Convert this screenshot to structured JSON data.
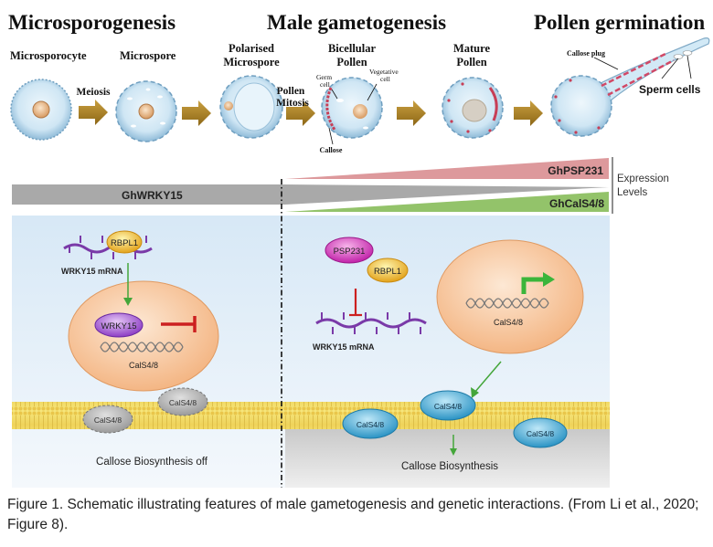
{
  "headers": {
    "microsporogenesis": "Microsporogenesis",
    "male_gametogenesis": "Male gametogenesis",
    "pollen_germination": "Pollen germination"
  },
  "stages": {
    "microsporocyte": "Microsporocyte",
    "microspore": "Microspore",
    "polarised_1": "Polarised",
    "polarised_2": "Microspore",
    "bicellular_1": "Bicellular",
    "bicellular_2": "Pollen",
    "mature_1": "Mature",
    "mature_2": "Pollen"
  },
  "arrows": {
    "meiosis": "Meiosis",
    "pollen_mitosis_1": "Pollen",
    "pollen_mitosis_2": "Mitosis"
  },
  "cell_labels": {
    "germ_1": "Germ",
    "germ_2": "cell",
    "vegetative_1": "Vegetative",
    "vegetative_2": "cell",
    "callose": "Callose",
    "callose_plug": "Callose plug",
    "sperm_cells": "Sperm cells"
  },
  "expression": {
    "ghpsp231": "GhPSP231",
    "ghwrky15": "GhWRKY15",
    "ghcals48": "GhCalS4/8",
    "levels_1": "Expression",
    "levels_2": "Levels"
  },
  "left_panel": {
    "rbpl1": "RBPL1",
    "wrky15_mrna": "WRKY15 mRNA",
    "wrky15": "WRKY15",
    "cals48_gene": "CalS4/8",
    "cals_a": "CalS4/8",
    "cals_b": "CalS4/8",
    "status": "Callose Biosynthesis off"
  },
  "right_panel": {
    "psp231": "PSP231",
    "rbpl1": "RBPL1",
    "wrky15_mrna": "WRKY15 mRNA",
    "cals48_gene": "CalS4/8",
    "cals_a": "CalS4/8",
    "cals_b": "CalS4/8",
    "cals_c": "CalS4/8",
    "status": "Callose Biosynthesis"
  },
  "caption": "Figure 1. Schematic illustrating features of male gametogenesis and genetic interactions. (From Li et al., 2020; Figure 8).",
  "colors": {
    "cell_fill": "#cfe6f4",
    "arrow_gold": "#a07a24",
    "psp_bar": "#d98a8e",
    "cals_bar": "#8fbf63",
    "wrky_bar": "#a8a8a8",
    "nucleus": "#f4c8a0",
    "protein_blue": "#3aa6d4",
    "membrane": "#f2dc66"
  }
}
